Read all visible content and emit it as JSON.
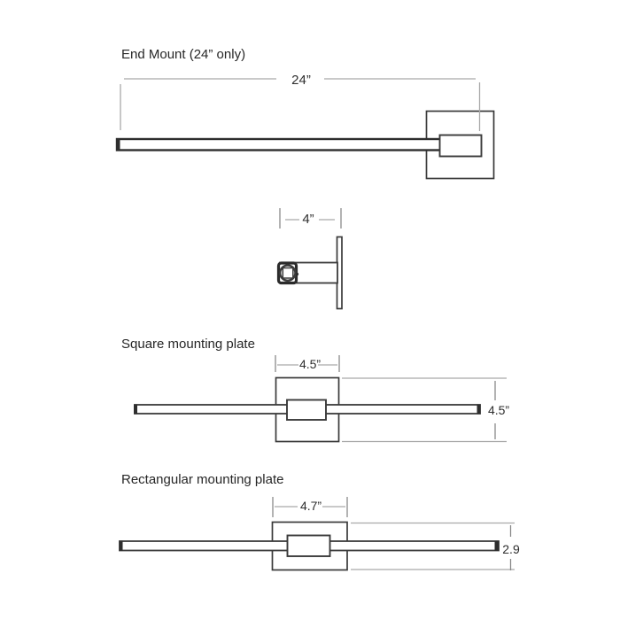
{
  "colors": {
    "background": "#ffffff",
    "shape_stroke": "#3a3a3a",
    "dim_line": "#a9a9a9",
    "dim_tick": "#8a8a8a",
    "text": "#262626"
  },
  "sections": {
    "end_mount": {
      "title": "End Mount (24” only)",
      "length_label": "24”"
    },
    "side_view": {
      "depth_label": "4”"
    },
    "square_plate": {
      "title": "Square mounting plate",
      "width_label": "4.5”",
      "height_label": "4.5”"
    },
    "rect_plate": {
      "title": "Rectangular mounting plate",
      "width_label": "4.7”",
      "height_label": "2.9"
    }
  }
}
